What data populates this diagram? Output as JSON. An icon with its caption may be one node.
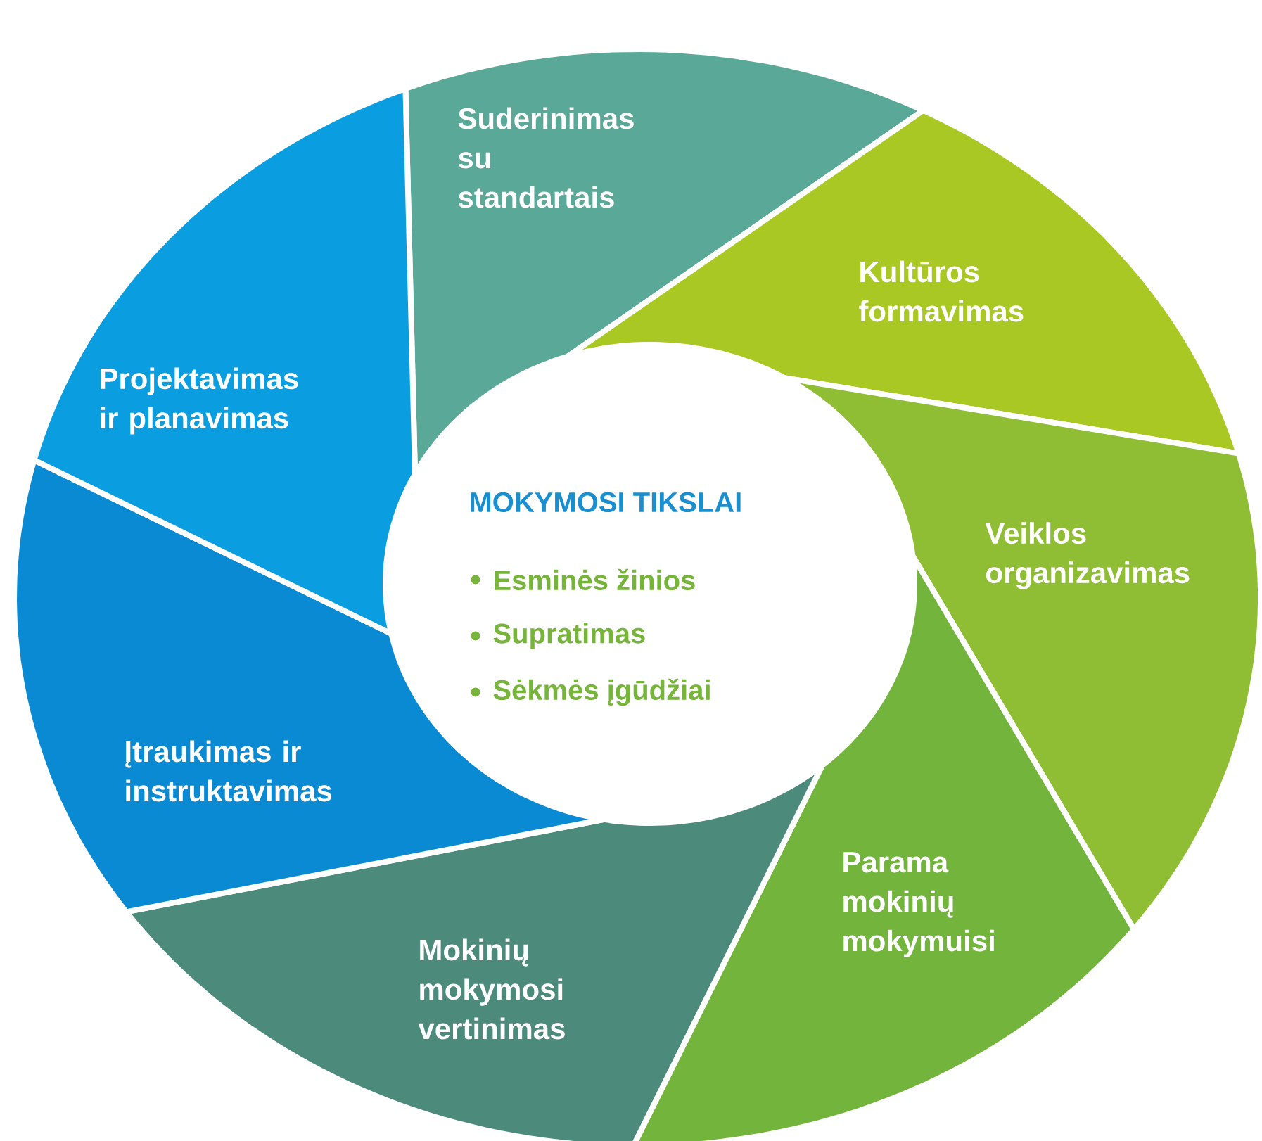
{
  "diagram": {
    "nodes": [
      {
        "text": [
          "Suderinimas su standartais"
        ]
      },
      {
        "text": [
          "Kultūros formavimas"
        ]
      },
      {
        "text": [
          "Veiklos organizavimas"
        ]
      },
      {
        "text": [
          "Parama mokinių mokymuisi"
        ]
      },
      {
        "text": [
          "Mokinių mokymosi vertinimas"
        ]
      },
      {
        "text": [
          "Įtraukimas ir instruktavimas"
        ]
      },
      {
        "text": [
          "Projektavimas ir planavimas"
        ]
      },
      {
        "text": [
          "MOKYMOSI TIKSLAI",
          "Esminės žinios",
          "Supratimas",
          "Sėkmės įgūdžiai"
        ]
      }
    ]
  }
}
